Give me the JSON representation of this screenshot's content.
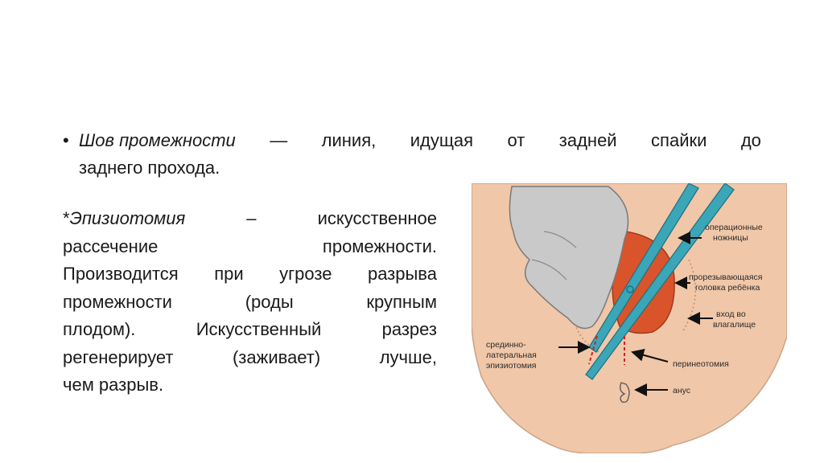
{
  "bullet": {
    "marker": "•",
    "term": "Шов промежности",
    "line1_words": [
      "—",
      "линия,",
      "идущая",
      "от",
      "задней",
      "спайки",
      "до"
    ],
    "line2": "заднего прохода."
  },
  "definition": {
    "star": "*",
    "term": "Эпизиотомия",
    "dash": "–",
    "lines": [
      [
        "искусственное"
      ],
      [
        "рассечение",
        "промежности."
      ],
      [
        "Производится",
        "при",
        "угрозе",
        "разрыва"
      ],
      [
        "промежности",
        "(роды",
        "крупным"
      ],
      [
        "плодом).",
        "Искусственный",
        "разрез"
      ],
      [
        "регенерирует",
        "(заживает)",
        "лучше,"
      ]
    ],
    "last_line": "чем разрыв."
  },
  "figure": {
    "labels": {
      "scissors_1": "операционные",
      "scissors_2": "ножницы",
      "head_1": "прорезывающаяся",
      "head_2": "головка ребёнка",
      "entrance_1": "вход во",
      "entrance_2": "влагалище",
      "episio_1": "срединно-",
      "episio_2": "латеральная",
      "episio_3": "эпизиотомия",
      "perineo": "перинеотомия",
      "anus": "анус"
    },
    "colors": {
      "skin": "#f0c7a8",
      "skin_border": "#c9a488",
      "hand": "#c9c9c9",
      "hand_outline": "#7a7a7a",
      "head": "#d9532b",
      "scissors": "#3aa6b8",
      "incision": "#d22020",
      "arrow": "#111111"
    }
  }
}
